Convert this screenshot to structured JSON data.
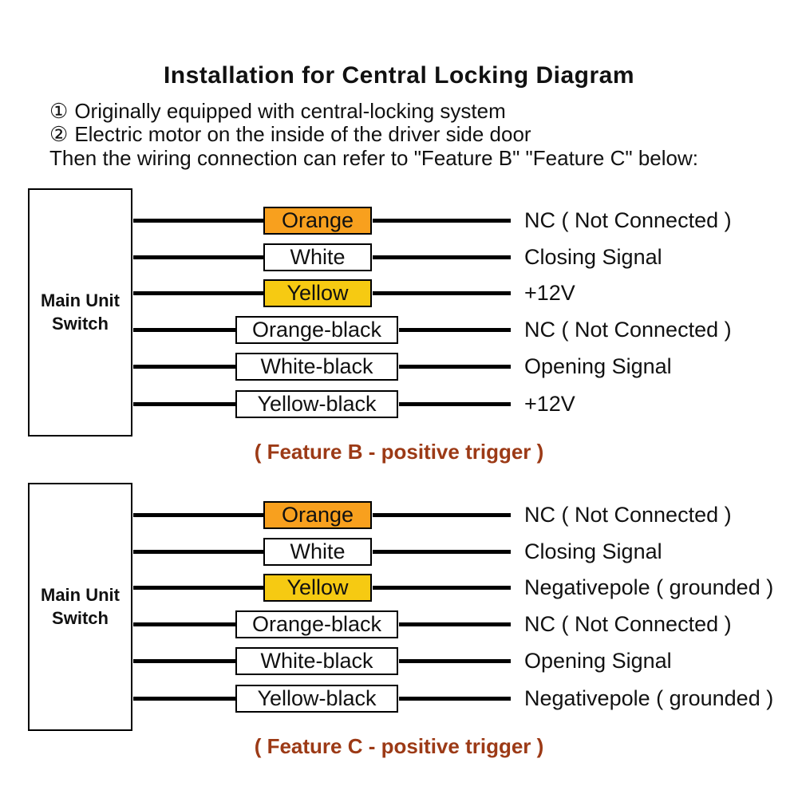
{
  "header": {
    "title": "Installation for Central Locking Diagram",
    "notes": [
      {
        "bullet": "①",
        "text": "Originally equipped with central-locking system"
      },
      {
        "bullet": "②",
        "text": "Electric motor on the inside of the driver side door"
      }
    ],
    "intro": "Then the wiring connection can refer to \"Feature B\" \"Feature C\" below:"
  },
  "colors": {
    "wire_orange": "#F8A01E",
    "wire_yellow": "#F6CA12",
    "wire_white": "#FFFFFF",
    "line_black": "#000000",
    "caption_brown": "#9C3A16"
  },
  "diagrams": [
    {
      "id": "feature-b",
      "unit_label": {
        "line1": "Main Unit",
        "line2": "Switch"
      },
      "caption": "( Feature B - positive trigger )",
      "rows": [
        {
          "wire": "Orange",
          "fill": "#F8A01E",
          "desc": "NC ( Not Connected )"
        },
        {
          "wire": "White",
          "fill": "#FFFFFF",
          "desc": "Closing Signal"
        },
        {
          "wire": "Yellow",
          "fill": "#F6CA12",
          "desc": "+12V"
        },
        {
          "wire": "Orange-black",
          "fill": "#FFFFFF",
          "desc": "NC ( Not Connected )"
        },
        {
          "wire": "White-black",
          "fill": "#FFFFFF",
          "desc": "Opening Signal"
        },
        {
          "wire": "Yellow-black",
          "fill": "#FFFFFF",
          "desc": "+12V"
        }
      ]
    },
    {
      "id": "feature-c",
      "unit_label": {
        "line1": "Main Unit",
        "line2": "Switch"
      },
      "caption": "( Feature C - positive trigger )",
      "rows": [
        {
          "wire": "Orange",
          "fill": "#F8A01E",
          "desc": "NC ( Not Connected )"
        },
        {
          "wire": "White",
          "fill": "#FFFFFF",
          "desc": "Closing Signal"
        },
        {
          "wire": "Yellow",
          "fill": "#F6CA12",
          "desc": "Negativepole ( grounded )"
        },
        {
          "wire": "Orange-black",
          "fill": "#FFFFFF",
          "desc": "NC ( Not Connected )"
        },
        {
          "wire": "White-black",
          "fill": "#FFFFFF",
          "desc": "Opening Signal"
        },
        {
          "wire": "Yellow-black",
          "fill": "#FFFFFF",
          "desc": "Negativepole ( grounded )"
        }
      ]
    }
  ]
}
